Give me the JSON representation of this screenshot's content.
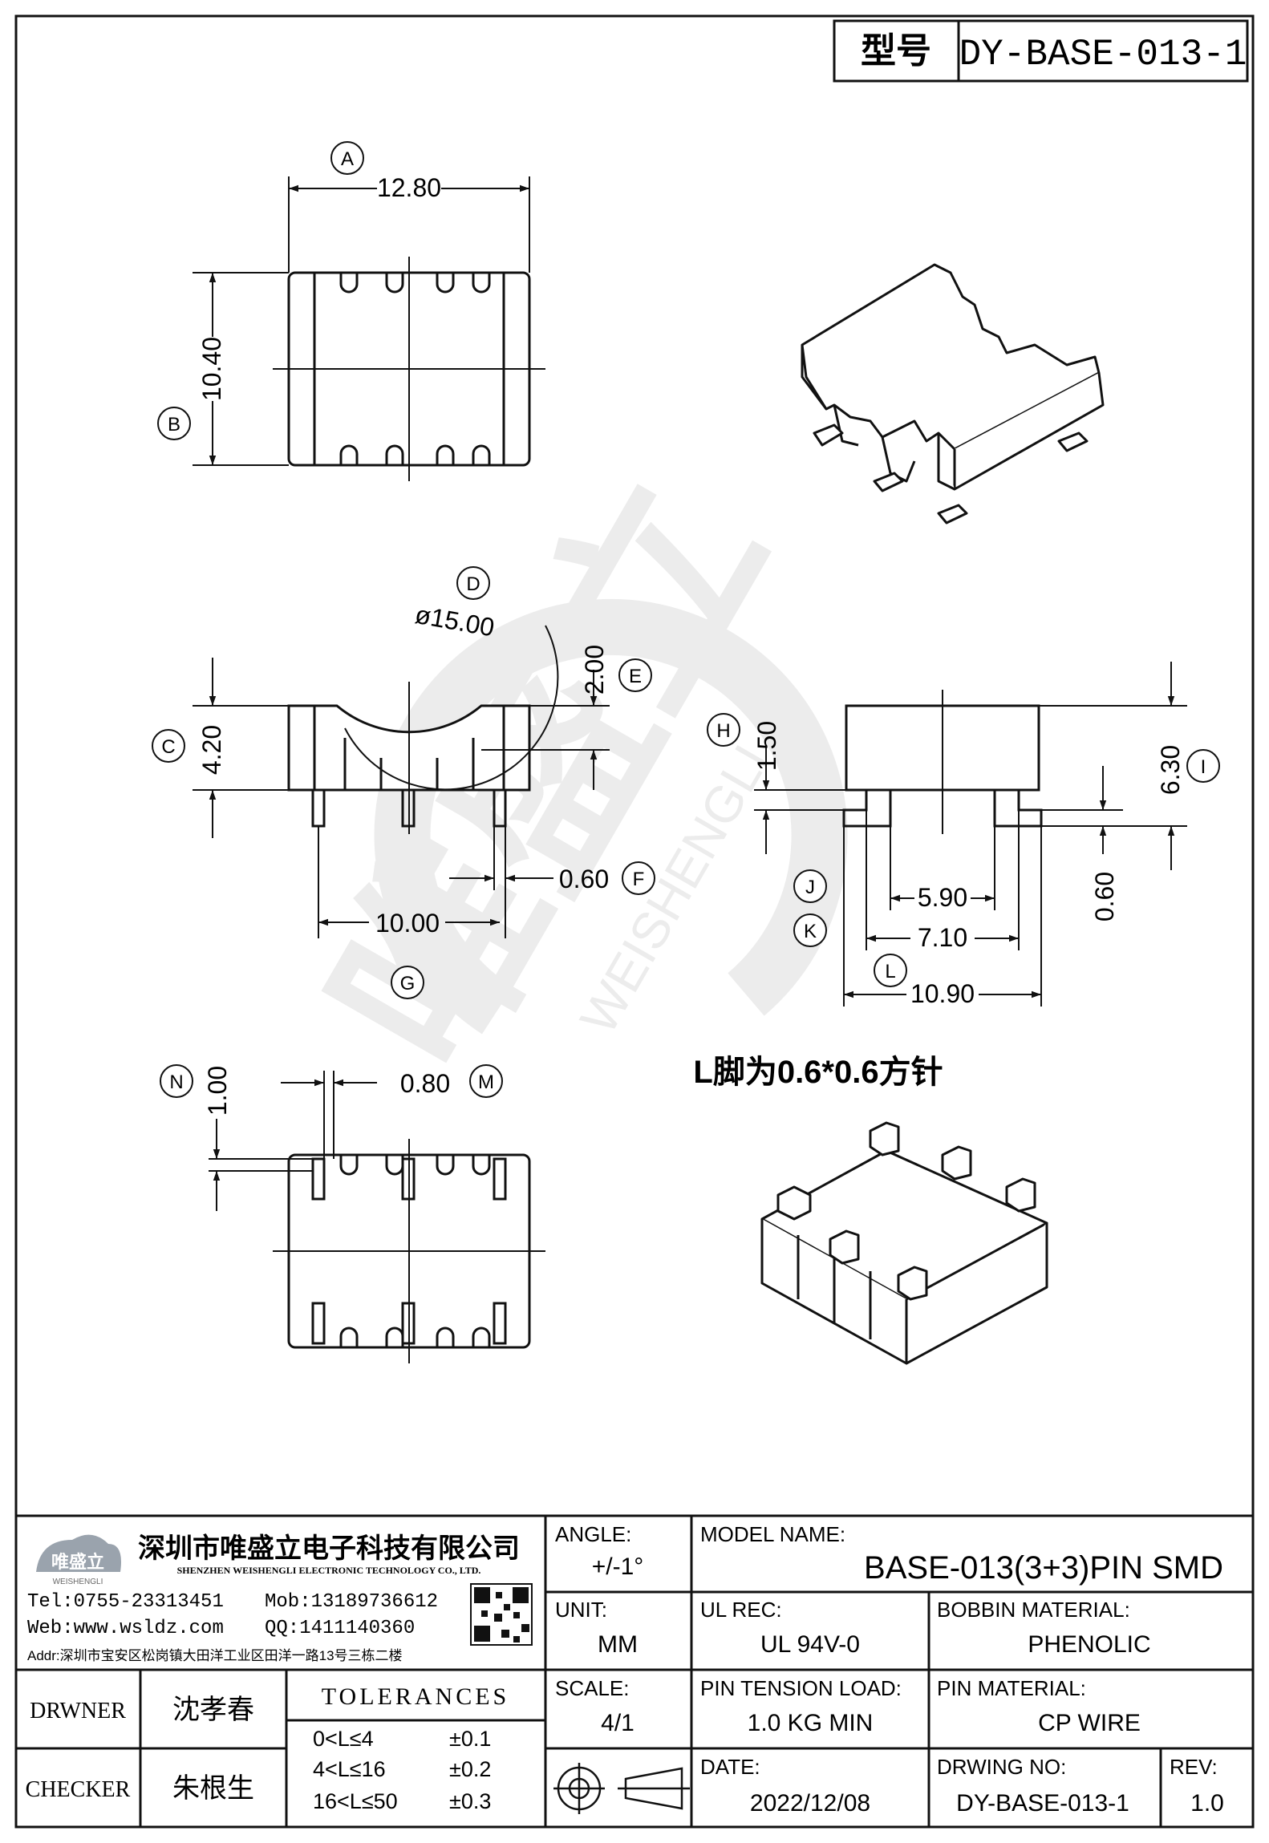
{
  "header": {
    "type_label": "型号",
    "part_number": "DY-BASE-013-1"
  },
  "dims": {
    "A": "12.80",
    "B": "10.40",
    "D": "ø15.00",
    "E": "2.00",
    "C": "4.20",
    "F": "0.60",
    "G": "10.00",
    "H": "1.50",
    "I": "6.30",
    "J": "5.90",
    "K": "7.10",
    "L": "10.90",
    "pin_h": "0.60",
    "N": "1.00",
    "M": "0.80"
  },
  "callouts": [
    "A",
    "B",
    "C",
    "D",
    "E",
    "F",
    "G",
    "H",
    "I",
    "J",
    "K",
    "L",
    "M",
    "N"
  ],
  "note": "L脚为0.6*0.6方针",
  "watermark": {
    "cn": "唯盛立",
    "en": "WEISHENGLI"
  },
  "company": {
    "logo_cn": "唯盛立",
    "logo_en": "WEISHENGLI",
    "name_cn": "深圳市唯盛立电子科技有限公司",
    "name_en": "SHENZHEN WEISHENGLI ELECTRONIC TECHNOLOGY CO., LTD.",
    "tel": "Tel:0755-23313451",
    "mob": "Mob:13189736612",
    "web": "Web:www.wsldz.com",
    "qq": "QQ:1411140360",
    "addr": "Addr:深圳市宝安区松岗镇大田洋工业区田洋一路13号三栋二楼"
  },
  "signoff": {
    "drawer_label": "DRWNER",
    "drawer": "沈孝春",
    "checker_label": "CHECKER",
    "checker": "朱根生"
  },
  "tolerances": {
    "title": "TOLERANCES",
    "rows": [
      {
        "range": "0<L≤4",
        "tol": "±0.1"
      },
      {
        "range": "4<L≤16",
        "tol": "±0.2"
      },
      {
        "range": "16<L≤50",
        "tol": "±0.3"
      }
    ]
  },
  "fields": {
    "angle_label": "ANGLE:",
    "angle": "+/-1°",
    "model_label": "MODEL NAME:",
    "model": "BASE-013(3+3)PIN SMD",
    "unit_label": "UNIT:",
    "unit": "MM",
    "ul_label": "UL REC:",
    "ul": "UL 94V-0",
    "bobbin_label": "BOBBIN MATERIAL:",
    "bobbin": "PHENOLIC",
    "scale_label": "SCALE:",
    "scale": "4/1",
    "tension_label": "PIN TENSION LOAD:",
    "tension": "1.0 KG MIN",
    "pinmat_label": "PIN MATERIAL:",
    "pinmat": "CP WIRE",
    "date_label": "DATE:",
    "date": "2022/12/08",
    "dwgno_label": "DRWING NO:",
    "dwgno": "DY-BASE-013-1",
    "rev_label": "REV:",
    "rev": "1.0"
  },
  "colors": {
    "line": "#111111",
    "watermark": "#e8e8e8"
  }
}
